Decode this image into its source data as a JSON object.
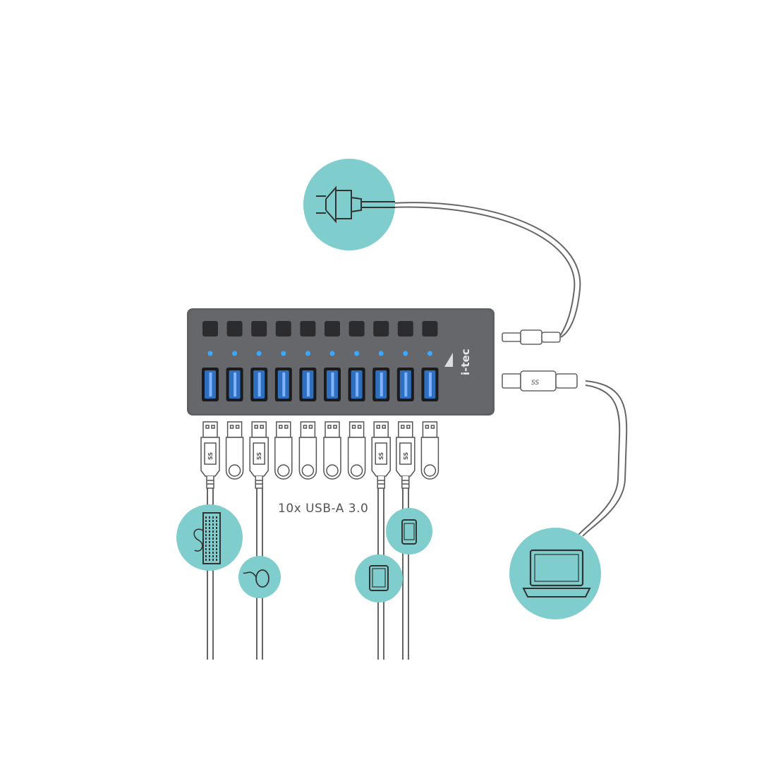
{
  "hub": {
    "brand": "i-tec",
    "port_count": 10,
    "colors": {
      "body": "#5e5f62",
      "button": "#2c2c2e",
      "led": "#3aa8ff",
      "port_blue": "#2f6fc0"
    }
  },
  "ports_label": "10x USB-A 3.0",
  "connectors": [
    "usb-cable",
    "flash-drive",
    "usb-cable",
    "flash-drive",
    "flash-drive",
    "flash-drive",
    "flash-drive",
    "usb-cable",
    "usb-cable",
    "flash-drive"
  ],
  "usb_badge": "SS",
  "circle_color": "#7fcdcd",
  "devices": [
    "power-plug",
    "keyboard",
    "mouse",
    "tablet",
    "phone",
    "laptop"
  ]
}
